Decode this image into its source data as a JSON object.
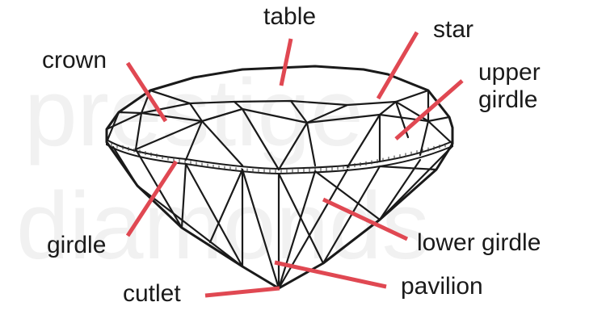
{
  "watermark": {
    "line1": "prestige",
    "line2": "diamonds"
  },
  "labels": {
    "table": "table",
    "star": "star",
    "crown": "crown",
    "upper_girdle_1": "upper",
    "upper_girdle_2": "girdle",
    "girdle": "girdle",
    "lower_girdle": "lower girdle",
    "cutlet": "cutlet",
    "pavilion": "pavilion"
  },
  "colors": {
    "leader_line": "#e04852",
    "outline": "#1a1a1a"
  }
}
